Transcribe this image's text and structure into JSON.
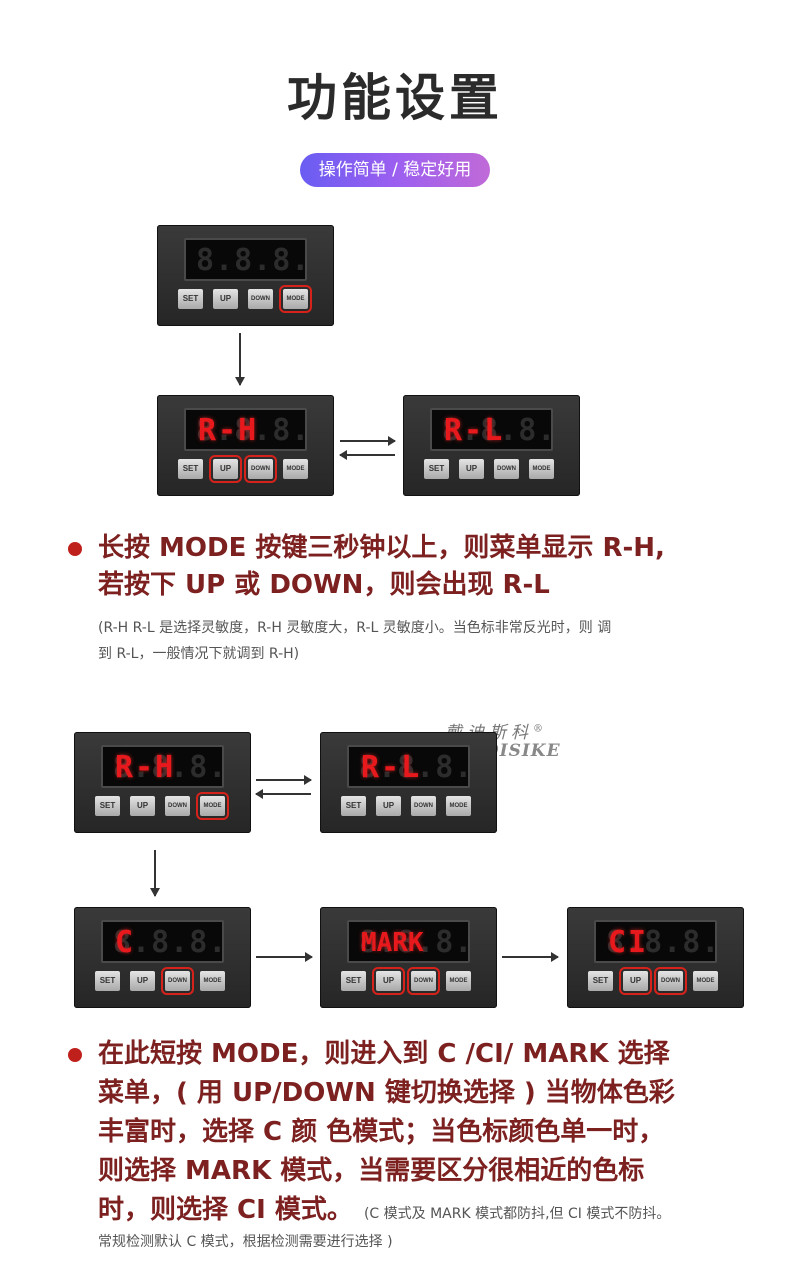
{
  "title": "功能设置",
  "tagline": "操作简单 / 稳定好用",
  "buttons": {
    "set": "SET",
    "up": "UP",
    "down": "DOWN",
    "mode": "MODE"
  },
  "ghost_digits": "8.8.8.8",
  "section1": {
    "panels": [
      {
        "display": ""
      },
      {
        "display": "R-H"
      },
      {
        "display": "R-L"
      }
    ],
    "text_line1": "长按 MODE 按键三秒钟以上，则菜单显示 R-H,",
    "text_line2": "若按下 UP 或 DOWN，则会出现 R-L",
    "note_line1": "(R-H R-L 是选择灵敏度，R-H 灵敏度大，R-L 灵敏度小。当色标非常反光时，则 调",
    "note_line2": "到 R-L，一般情况下就调到 R-H)"
  },
  "watermark": {
    "cn": "戴迪斯科",
    "en": "DAIDISIKE",
    "mark": "®"
  },
  "section2": {
    "panels": [
      {
        "display": "R-H"
      },
      {
        "display": "R-L"
      },
      {
        "display": "C"
      },
      {
        "display": "MARK"
      },
      {
        "display": "CI"
      }
    ],
    "text_line1": "在此短按 MODE，则进入到 C /CI/ MARK 选择",
    "text_line2": "菜单，( 用 UP/DOWN 键切换选择 ) 当物体色彩",
    "text_line3": "丰富时，选择 C 颜 色模式；当色标颜色单一时，",
    "text_line4": "则选择 MARK 模式，当需要区分很相近的色标",
    "text_line5": "时，则选择 CI 模式。",
    "note_inline": "(C 模式及 MARK 模式都防抖,但 CI 模式不防抖。",
    "note_line2": "常规检测默认 C 模式，根据检测需要进行选择 )"
  },
  "colors": {
    "accent_red": "#c0201c",
    "text_red": "#7c2020",
    "led_red": "#e8191c"
  }
}
